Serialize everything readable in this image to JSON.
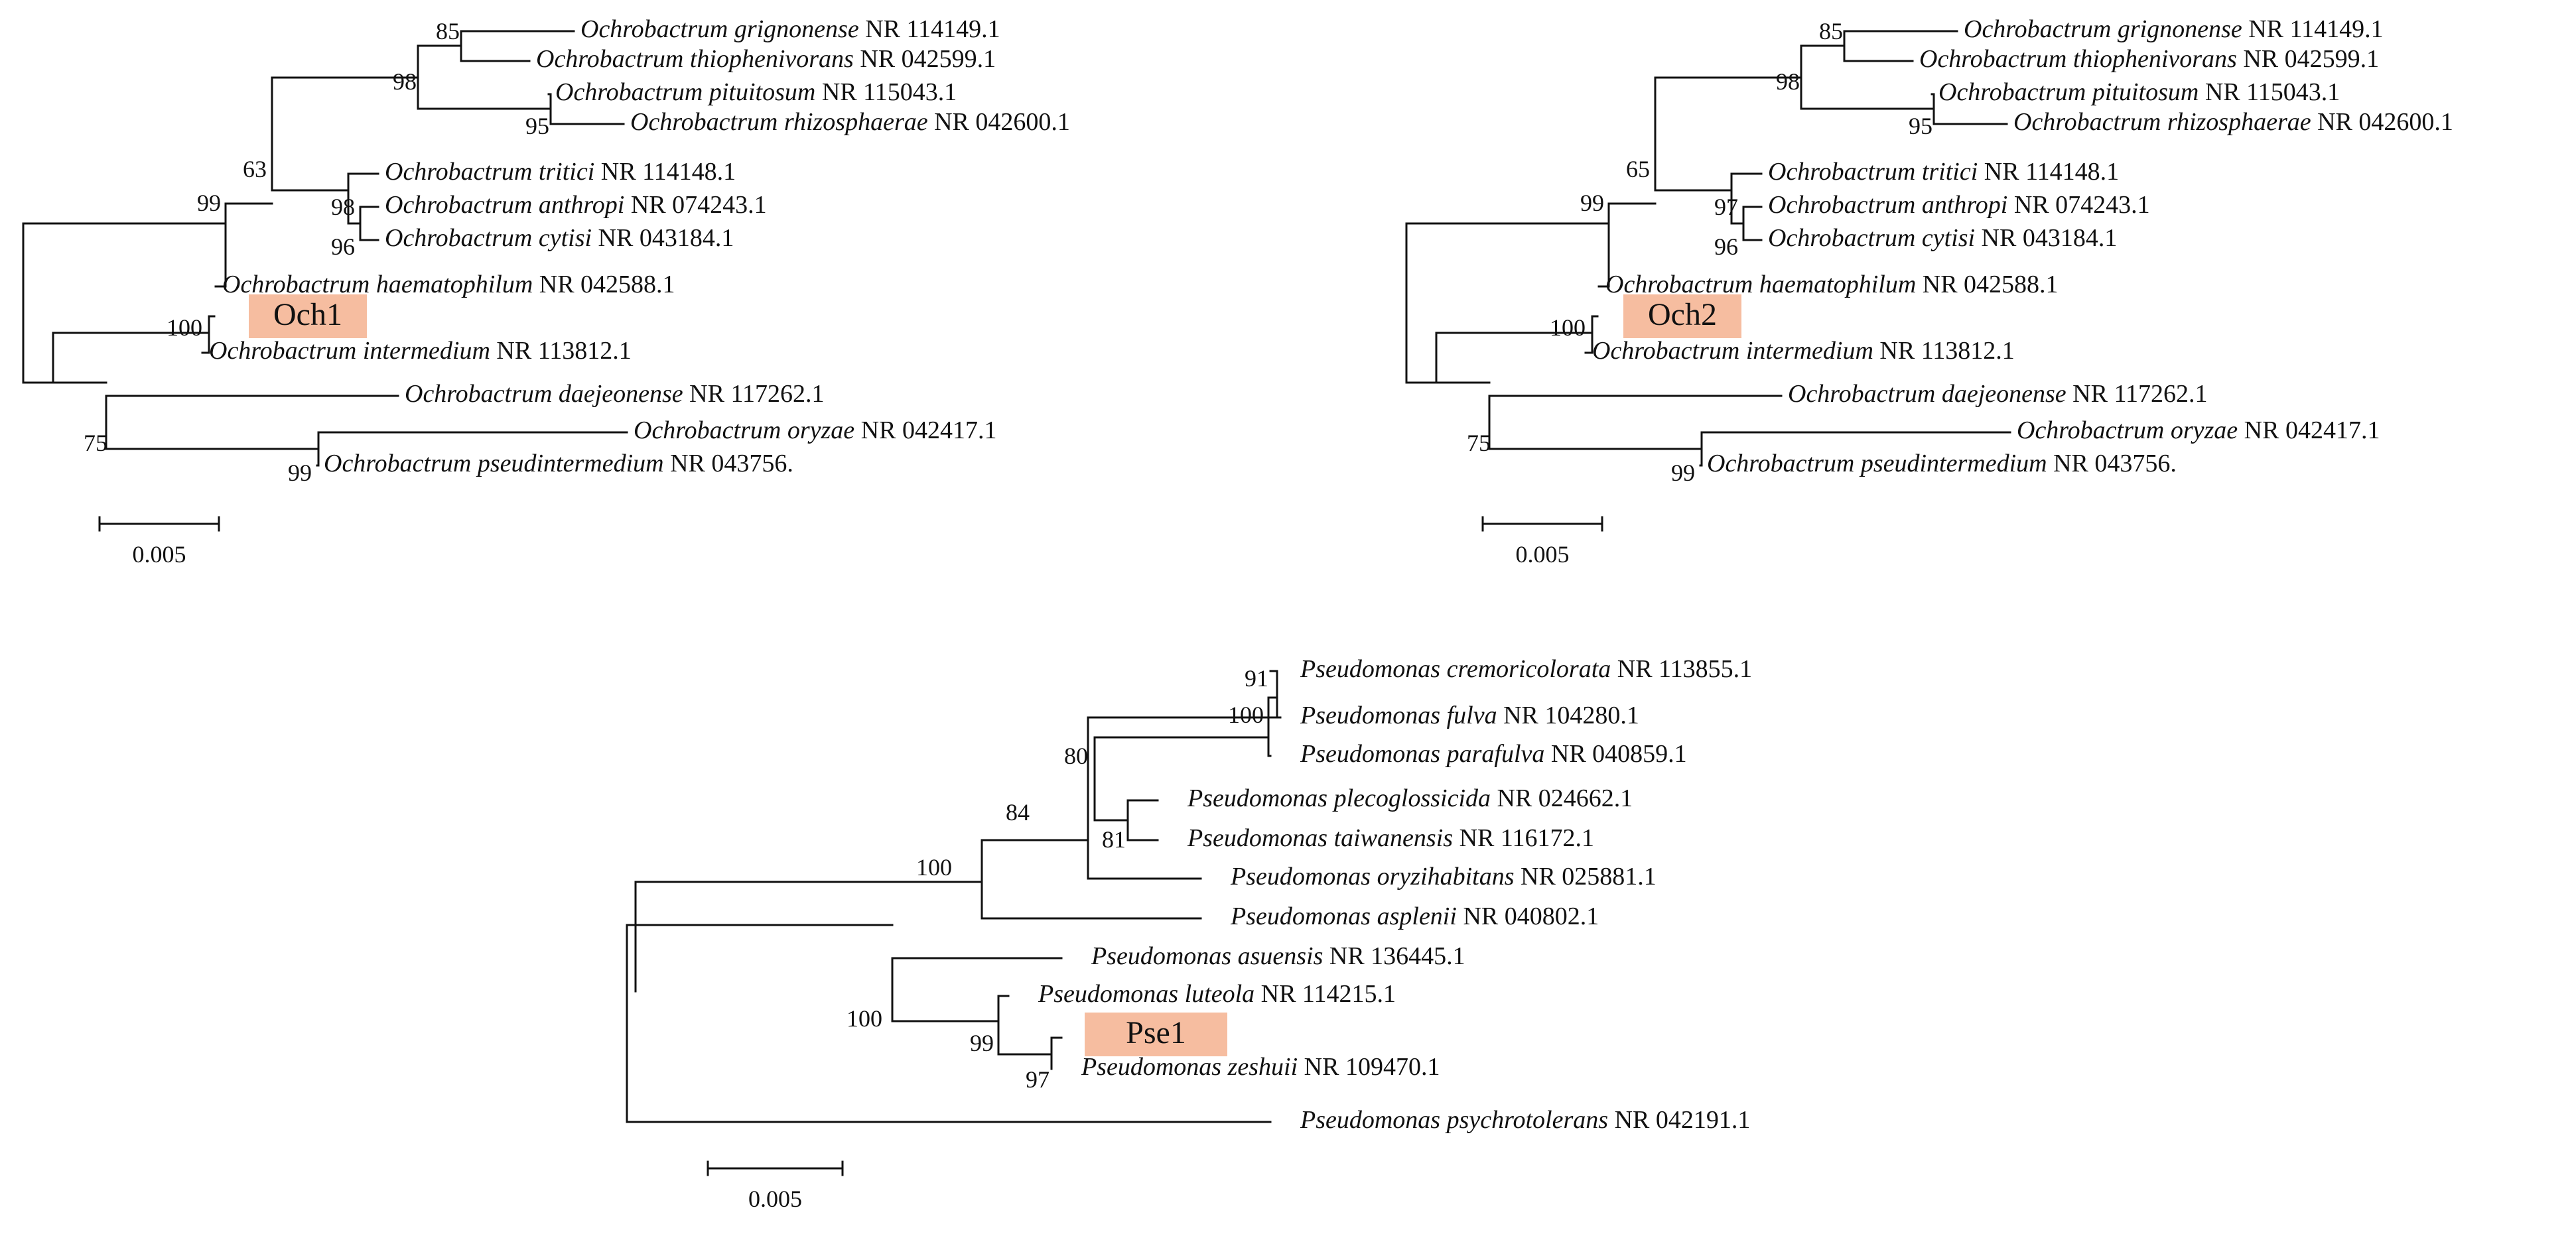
{
  "colors": {
    "line": "#111111",
    "text": "#111111",
    "highlight": "#f6bda0"
  },
  "trees": [
    {
      "id": "och1",
      "highlight_label": "Och1",
      "scale_label": "0.005",
      "taxa": [
        {
          "species": "Ochrobactrum grignonense",
          "accession": " NR 114149.1"
        },
        {
          "species": "Ochrobactrum thiophenivorans",
          "accession": " NR 042599.1"
        },
        {
          "species": "Ochrobactrum pituitosum",
          "accession": " NR 115043.1"
        },
        {
          "species": "Ochrobactrum rhizosphaerae",
          "accession": " NR 042600.1"
        },
        {
          "species": "Ochrobactrum tritici",
          "accession": " NR 114148.1"
        },
        {
          "species": "Ochrobactrum anthropi",
          "accession": " NR 074243.1"
        },
        {
          "species": "Ochrobactrum cytisi",
          "accession": " NR 043184.1"
        },
        {
          "species": "Ochrobactrum haematophilum",
          "accession": " NR 042588.1"
        },
        {
          "species": "Ochrobactrum intermedium",
          "accession": " NR 113812.1"
        },
        {
          "species": "Ochrobactrum daejeonense",
          "accession": " NR 117262.1"
        },
        {
          "species": "Ochrobactrum oryzae",
          "accession": " NR 042417.1"
        },
        {
          "species": "Ochrobactrum pseudintermedium",
          "accession": " NR 043756."
        }
      ],
      "bootstrap": [
        "85",
        "98",
        "95",
        "63",
        "98",
        "96",
        "99",
        "100",
        "75",
        "99"
      ]
    },
    {
      "id": "och2",
      "highlight_label": "Och2",
      "scale_label": "0.005",
      "taxa": [
        {
          "species": "Ochrobactrum grignonense",
          "accession": " NR 114149.1"
        },
        {
          "species": "Ochrobactrum thiophenivorans",
          "accession": " NR 042599.1"
        },
        {
          "species": "Ochrobactrum pituitosum",
          "accession": " NR 115043.1"
        },
        {
          "species": "Ochrobactrum rhizosphaerae",
          "accession": " NR 042600.1"
        },
        {
          "species": "Ochrobactrum tritici",
          "accession": " NR 114148.1"
        },
        {
          "species": "Ochrobactrum anthropi",
          "accession": " NR 074243.1"
        },
        {
          "species": "Ochrobactrum cytisi",
          "accession": " NR 043184.1"
        },
        {
          "species": "Ochrobactrum haematophilum",
          "accession": " NR 042588.1"
        },
        {
          "species": "Ochrobactrum intermedium",
          "accession": " NR 113812.1"
        },
        {
          "species": "Ochrobactrum daejeonense",
          "accession": " NR 117262.1"
        },
        {
          "species": "Ochrobactrum oryzae",
          "accession": " NR 042417.1"
        },
        {
          "species": "Ochrobactrum pseudintermedium",
          "accession": " NR 043756."
        }
      ],
      "bootstrap": [
        "85",
        "98",
        "95",
        "65",
        "97",
        "96",
        "99",
        "100",
        "75",
        "99"
      ]
    },
    {
      "id": "pse1",
      "highlight_label": "Pse1",
      "scale_label": "0.005",
      "taxa": [
        {
          "species": "Pseudomonas cremoricolorata",
          "accession": " NR 113855.1"
        },
        {
          "species": "Pseudomonas fulva",
          "accession": " NR 104280.1"
        },
        {
          "species": "Pseudomonas parafulva",
          "accession": " NR 040859.1"
        },
        {
          "species": "Pseudomonas plecoglossicida",
          "accession": " NR 024662.1"
        },
        {
          "species": "Pseudomonas taiwanensis",
          "accession": " NR 116172.1"
        },
        {
          "species": "Pseudomonas oryzihabitans",
          "accession": " NR 025881.1"
        },
        {
          "species": "Pseudomonas asplenii",
          "accession": " NR 040802.1"
        },
        {
          "species": "Pseudomonas asuensis",
          "accession": " NR 136445.1"
        },
        {
          "species": "Pseudomonas luteola",
          "accession": " NR 114215.1"
        },
        {
          "species": "Pseudomonas zeshuii",
          "accession": " NR 109470.1"
        },
        {
          "species": "Pseudomonas psychrotolerans",
          "accession": " NR 042191.1"
        }
      ],
      "bootstrap": [
        "91",
        "100",
        "80",
        "84",
        "81",
        "100",
        "100",
        "99",
        "97"
      ]
    }
  ]
}
